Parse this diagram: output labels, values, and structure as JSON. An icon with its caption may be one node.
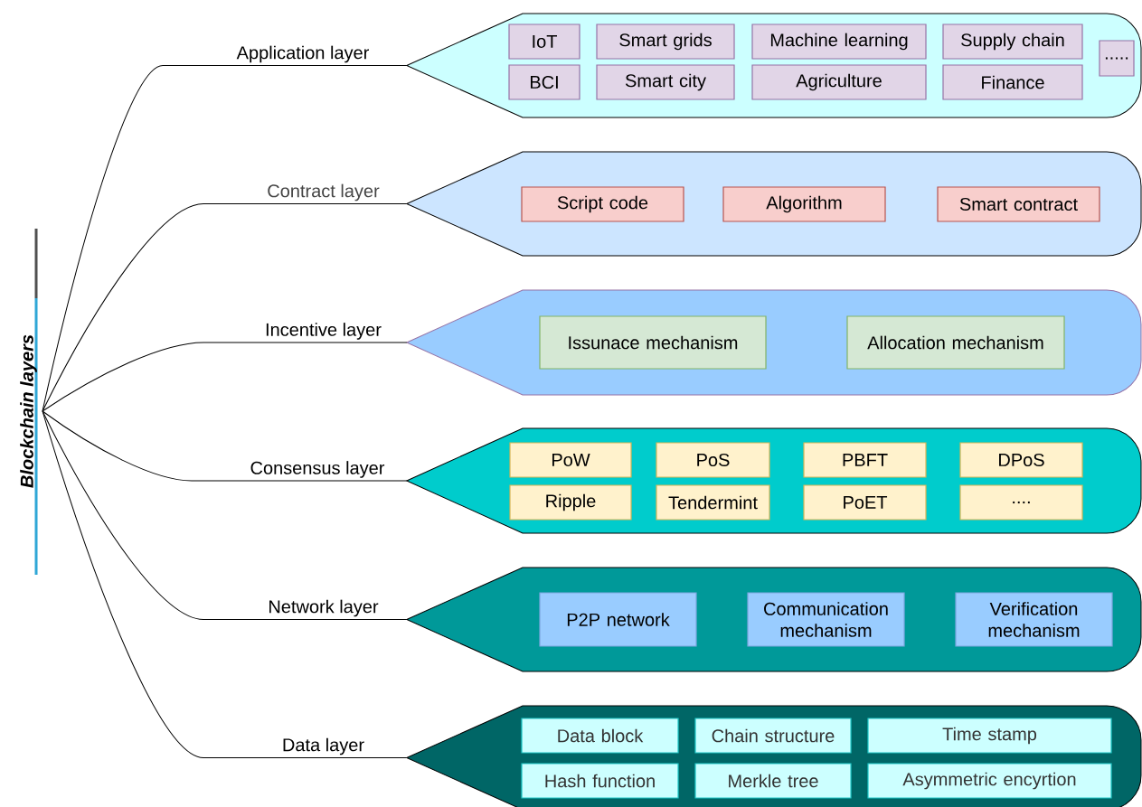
{
  "diagram": {
    "nodes": [
      {
        "text": [
          "Blockchain layers"
        ]
      },
      {
        "text": [],
        "shape": "band"
      },
      {
        "text": [
          "IoT"
        ],
        "in": 1
      },
      {
        "text": [
          "Smart grids"
        ],
        "in": 1
      },
      {
        "text": [
          "Machine learning"
        ],
        "in": 1
      },
      {
        "text": [
          "Supply chain"
        ],
        "in": 1
      },
      {
        "text": [
          "BCI"
        ],
        "in": 1
      },
      {
        "text": [
          "Smart city"
        ],
        "in": 1
      },
      {
        "text": [
          "Agriculture"
        ],
        "in": 1
      },
      {
        "text": [
          "Finance"
        ],
        "in": 1
      },
      {
        "text": [
          "....."
        ],
        "in": 1
      },
      {
        "text": [],
        "shape": "band"
      },
      {
        "text": [
          "Script code"
        ],
        "in": 11
      },
      {
        "text": [
          "Algorithm"
        ],
        "in": 11
      },
      {
        "text": [
          "Smart contract"
        ],
        "in": 11
      },
      {
        "text": [],
        "shape": "band"
      },
      {
        "text": [
          "Issunace mechanism"
        ],
        "in": 15
      },
      {
        "text": [
          "Allocation mechanism"
        ],
        "in": 15
      },
      {
        "text": [],
        "shape": "band"
      },
      {
        "text": [
          "PoW"
        ],
        "in": 18
      },
      {
        "text": [
          "PoS"
        ],
        "in": 18
      },
      {
        "text": [
          "PBFT"
        ],
        "in": 18
      },
      {
        "text": [
          "DPoS"
        ],
        "in": 18
      },
      {
        "text": [
          "Ripple"
        ],
        "in": 18
      },
      {
        "text": [
          "Tendermint"
        ],
        "in": 18
      },
      {
        "text": [
          "PoET"
        ],
        "in": 18
      },
      {
        "text": [
          "...."
        ],
        "in": 18
      },
      {
        "text": [],
        "shape": "band"
      },
      {
        "text": [
          "P2P network"
        ],
        "in": 27
      },
      {
        "text": [
          "Communication mechanism"
        ],
        "in": 27
      },
      {
        "text": [
          "Verification mechanism"
        ],
        "in": 27
      },
      {
        "text": [],
        "shape": "band"
      },
      {
        "text": [
          "Data block"
        ],
        "in": 31
      },
      {
        "text": [
          "Chain structure"
        ],
        "in": 31
      },
      {
        "text": [
          "Time stamp"
        ],
        "in": 31
      },
      {
        "text": [
          "Hash function"
        ],
        "in": 31
      },
      {
        "text": [
          "Merkle tree"
        ],
        "in": 31
      },
      {
        "text": [
          "Asymmetric encyrtion"
        ],
        "in": 31
      }
    ],
    "edges": [
      {
        "from": 0,
        "to": 1,
        "arrow": "none",
        "label": "Application layer"
      },
      {
        "from": 0,
        "to": 11,
        "arrow": "none",
        "label": "Contract layer"
      },
      {
        "from": 0,
        "to": 15,
        "arrow": "none",
        "label": "Incentive layer"
      },
      {
        "from": 0,
        "to": 18,
        "arrow": "none",
        "label": "Consensus layer"
      },
      {
        "from": 0,
        "to": 27,
        "arrow": "none",
        "label": "Network layer"
      },
      {
        "from": 0,
        "to": 31,
        "arrow": "none",
        "label": "Data layer"
      }
    ]
  }
}
